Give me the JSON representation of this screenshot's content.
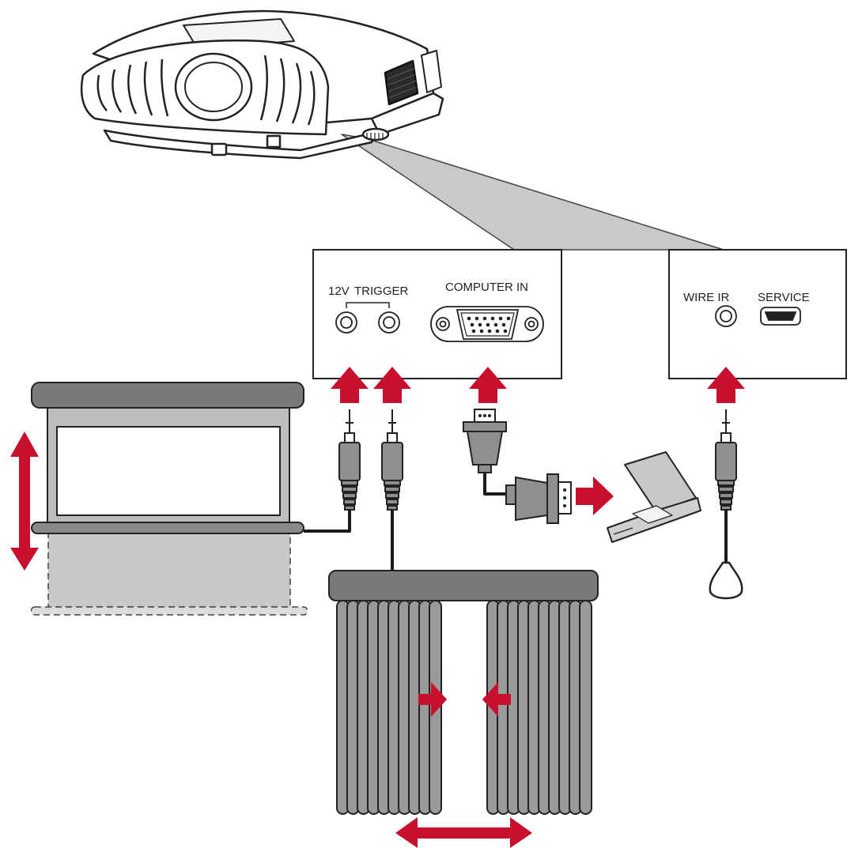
{
  "panels": {
    "left": {
      "trigger_12v_label": "12V",
      "trigger_label": "TRIGGER",
      "computer_in_label": "COMPUTER IN"
    },
    "right": {
      "wire_ir_label": "WIRE IR",
      "service_label": "SERVICE"
    }
  },
  "colors": {
    "arrow": "#c8102e",
    "device_gray": "#9a9a9a",
    "dark_gray": "#6b6b6b",
    "cable": "#1a1a1a",
    "beam": "#c9c9c9",
    "outline": "#222222"
  },
  "icons": [
    "projector-icon",
    "audio-jack-icon",
    "vga-connector-icon",
    "laptop-icon",
    "motorized-screen-icon",
    "curtain-icon",
    "ir-sensor-icon",
    "mini-usb-port-icon"
  ]
}
